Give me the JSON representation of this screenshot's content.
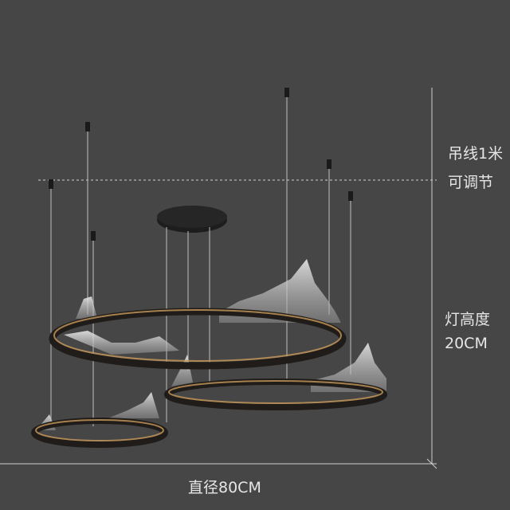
{
  "labels": {
    "cable_line1": "吊线1米",
    "cable_line2": "可调节",
    "height_line1": "灯高度",
    "height_line2": "20CM",
    "diameter": "直径80CM"
  },
  "colors": {
    "background": "#464646",
    "ring": "#2a2624",
    "glow": "#c89a5a"
  }
}
